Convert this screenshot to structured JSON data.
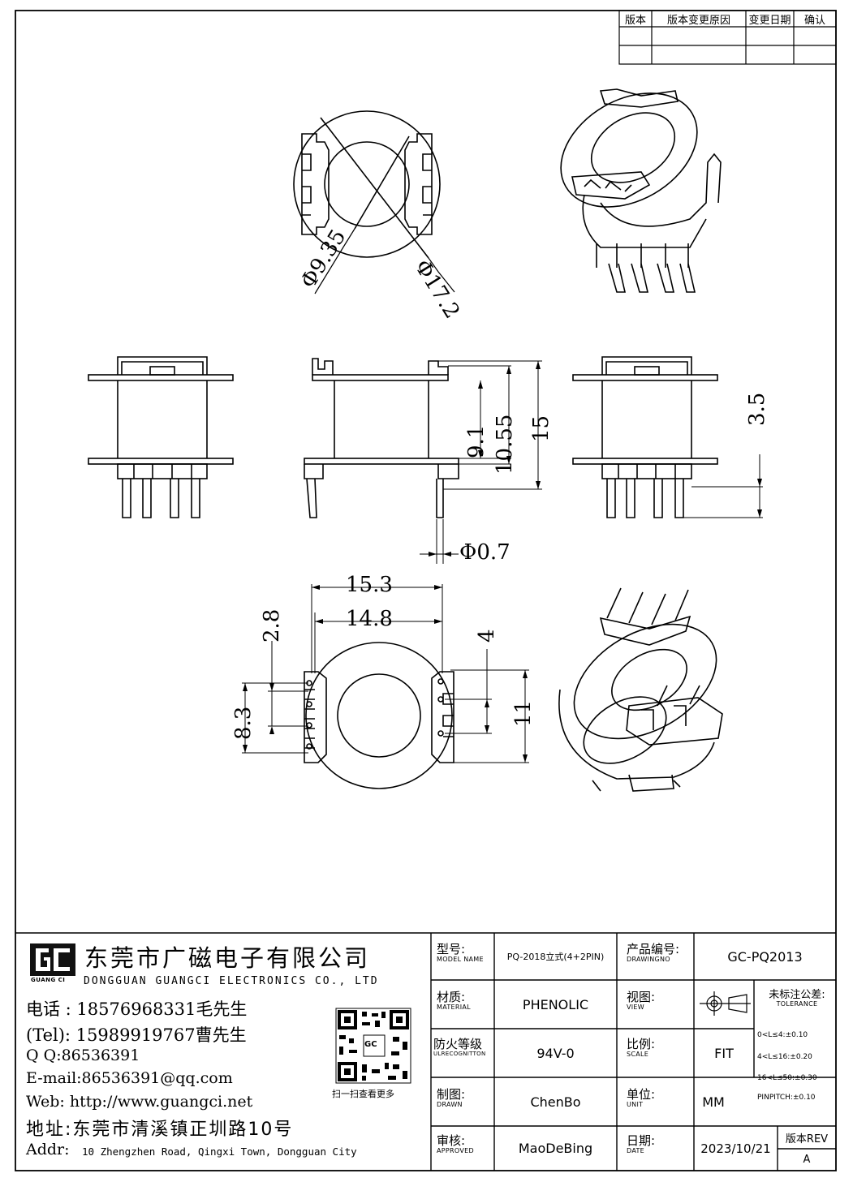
{
  "revision_table": {
    "headers": [
      "版本",
      "版本变更原因",
      "变更日期",
      "确认"
    ]
  },
  "dimensions": {
    "top_inner_dia": "Φ9.35",
    "top_outer_dia": "Φ17.2",
    "h_9_1": "9.1",
    "h_10_55": "10.55",
    "h_15": "15",
    "h_3_5": "3.5",
    "pin_dia": "Φ0.7",
    "w_15_3": "15.3",
    "w_14_8": "14.8",
    "d_2_8": "2.8",
    "d_8_3": "8.3",
    "d_4": "4",
    "d_11": "11"
  },
  "company": {
    "logo_text": "GUANG CI",
    "name_cn": "东莞市广磁电子有限公司",
    "name_en": "DONGGUAN GUANGCI ELECTRONICS CO., LTD",
    "phone1": "电话 : 18576968331毛先生",
    "phone2": "(Tel): 15989919767曹先生",
    "qq": "Q Q:86536391",
    "email": "E-mail:86536391@qq.com",
    "web": "Web: http://www.guangci.net",
    "address_cn": "地址:东莞市清溪镇正圳路10号",
    "address_en_label": "Addr:",
    "address_en": "10 Zhengzhen Road, Qingxi Town, Dongguan City",
    "qr_caption": "扫一扫查看更多",
    "qr_logo": "GC"
  },
  "title_block": {
    "model_label_cn": "型号:",
    "model_label_en": "MODEL NAME",
    "model_value": "PQ-2018立式(4+2PIN)",
    "drawing_no_label_cn": "产品编号:",
    "drawing_no_label_en": "DRAWINGNO",
    "drawing_no_value": "GC-PQ2013",
    "material_label_cn": "材质:",
    "material_label_en": "MATERIAL",
    "material_value": "PHENOLIC",
    "view_label_cn": "视图:",
    "view_label_en": "VIEW",
    "tolerance_label_cn": "未标注公差:",
    "tolerance_label_en": "TOLERANCE",
    "tolerances": [
      "0<L≤4:±0.10",
      "4<L≤16:±0.20",
      "16<L≤50:±0.30",
      "PINPITCH:±0.10"
    ],
    "ul_label_cn": "防火等级",
    "ul_label_en": "ULRECOGNITTON",
    "ul_value": "94V-0",
    "scale_label_cn": "比例:",
    "scale_label_en": "SCALE",
    "scale_value": "FIT",
    "drawn_label_cn": "制图:",
    "drawn_label_en": "DRAWN",
    "drawn_value": "ChenBo",
    "unit_label_cn": "单位:",
    "unit_label_en": "UNIT",
    "unit_value": "MM",
    "approved_label_cn": "审核:",
    "approved_label_en": "APPROVED",
    "approved_value": "MaoDeBing",
    "date_label_cn": "日期:",
    "date_label_en": "DATE",
    "date_value": "2023/10/21",
    "rev_label": "版本REV",
    "rev_value": "A"
  }
}
